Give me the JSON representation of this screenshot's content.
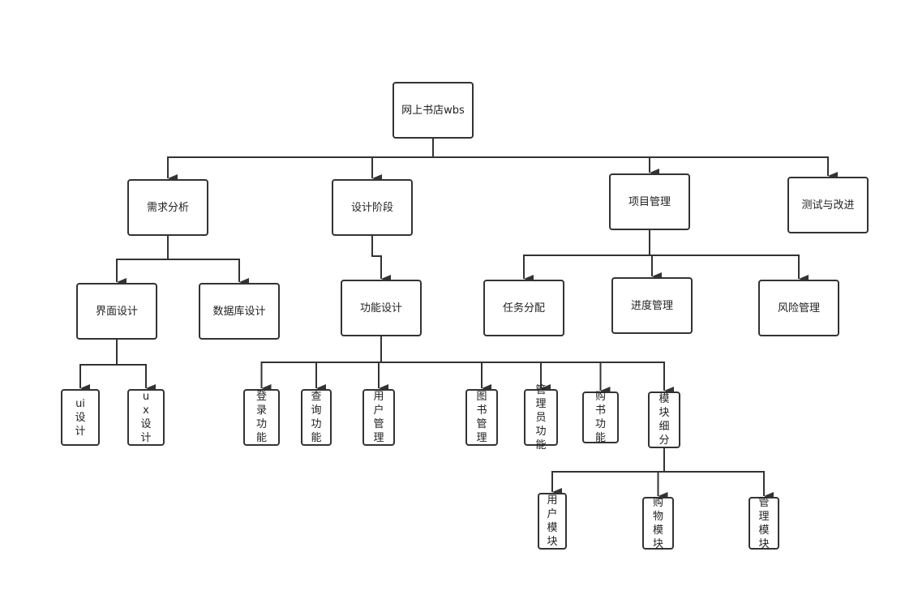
{
  "colors": {
    "stroke": "#333333",
    "node_fill": "#ffffff",
    "text": "#222222"
  },
  "diagram": {
    "nodes": [
      {
        "id": "root",
        "label": "网上书店wbs"
      },
      {
        "id": "req",
        "label": "需求分析"
      },
      {
        "id": "design",
        "label": "设计阶段"
      },
      {
        "id": "pm",
        "label": "项目管理"
      },
      {
        "id": "test",
        "label": "测试与改进"
      },
      {
        "id": "ui",
        "label": "界面设计"
      },
      {
        "id": "db",
        "label": "数据库设计"
      },
      {
        "id": "func",
        "label": "功能设计"
      },
      {
        "id": "task",
        "label": "任务分配"
      },
      {
        "id": "progress",
        "label": "进度管理"
      },
      {
        "id": "risk",
        "label": "风险管理"
      },
      {
        "id": "uid",
        "label": "ui设计"
      },
      {
        "id": "uxd",
        "label": "ux设计"
      },
      {
        "id": "login",
        "label": "登录功能"
      },
      {
        "id": "query",
        "label": "查询功能"
      },
      {
        "id": "usermgr",
        "label": "用户管理"
      },
      {
        "id": "bookmgr",
        "label": "图书管理"
      },
      {
        "id": "admin",
        "label": "管理员功能"
      },
      {
        "id": "buy",
        "label": "购书功能"
      },
      {
        "id": "modules",
        "label": "模块细分"
      },
      {
        "id": "usermod",
        "label": "用户模块"
      },
      {
        "id": "shopmod",
        "label": "购物模块"
      },
      {
        "id": "adminmod",
        "label": "管理模块"
      }
    ],
    "edges": [
      [
        "root",
        "req"
      ],
      [
        "root",
        "design"
      ],
      [
        "root",
        "pm"
      ],
      [
        "root",
        "test"
      ],
      [
        "req",
        "ui"
      ],
      [
        "req",
        "db"
      ],
      [
        "design",
        "func"
      ],
      [
        "pm",
        "task"
      ],
      [
        "pm",
        "progress"
      ],
      [
        "pm",
        "risk"
      ],
      [
        "ui",
        "uid"
      ],
      [
        "ui",
        "uxd"
      ],
      [
        "func",
        "login"
      ],
      [
        "func",
        "query"
      ],
      [
        "func",
        "usermgr"
      ],
      [
        "func",
        "bookmgr"
      ],
      [
        "func",
        "admin"
      ],
      [
        "func",
        "buy"
      ],
      [
        "func",
        "modules"
      ],
      [
        "modules",
        "usermod"
      ],
      [
        "modules",
        "shopmod"
      ],
      [
        "modules",
        "adminmod"
      ]
    ]
  }
}
